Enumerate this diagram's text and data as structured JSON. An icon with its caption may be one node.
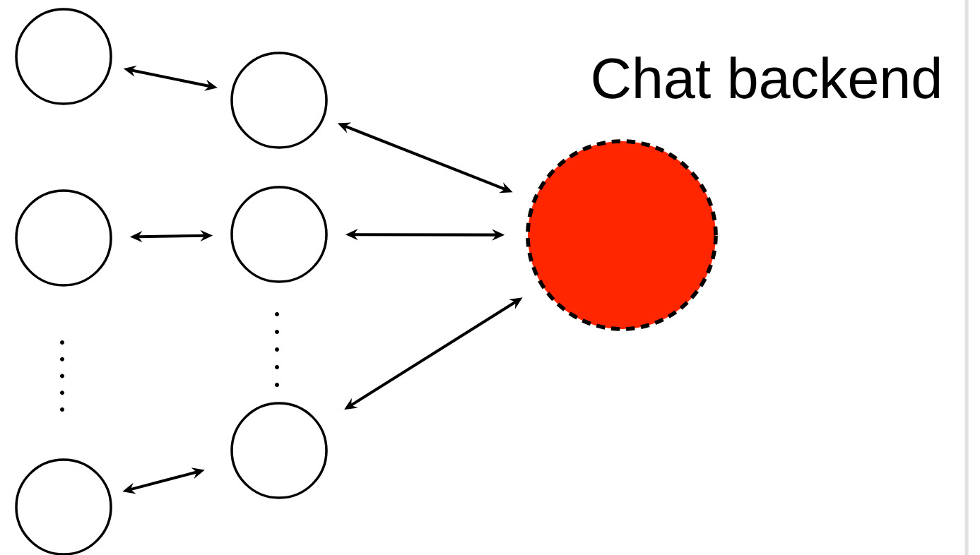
{
  "diagram": {
    "nodes": [
      {
        "text": [],
        "shape": "circle"
      },
      {
        "text": [],
        "shape": "circle"
      },
      {
        "text": [],
        "shape": "circle"
      },
      {
        "text": [],
        "shape": "circle"
      },
      {
        "text": [],
        "shape": "circle"
      },
      {
        "text": [],
        "shape": "circle"
      },
      {
        "text": [
          "Chat backend"
        ]
      }
    ],
    "edges": [
      {
        "from": 0,
        "to": 1,
        "arrow": "both"
      },
      {
        "from": 1,
        "to": 6,
        "arrow": "both"
      },
      {
        "from": 2,
        "to": 3,
        "arrow": "both"
      },
      {
        "from": 3,
        "to": 6,
        "arrow": "both"
      },
      {
        "from": 4,
        "to": 5,
        "arrow": "both"
      },
      {
        "from": 5,
        "to": 6,
        "arrow": "both"
      }
    ]
  }
}
